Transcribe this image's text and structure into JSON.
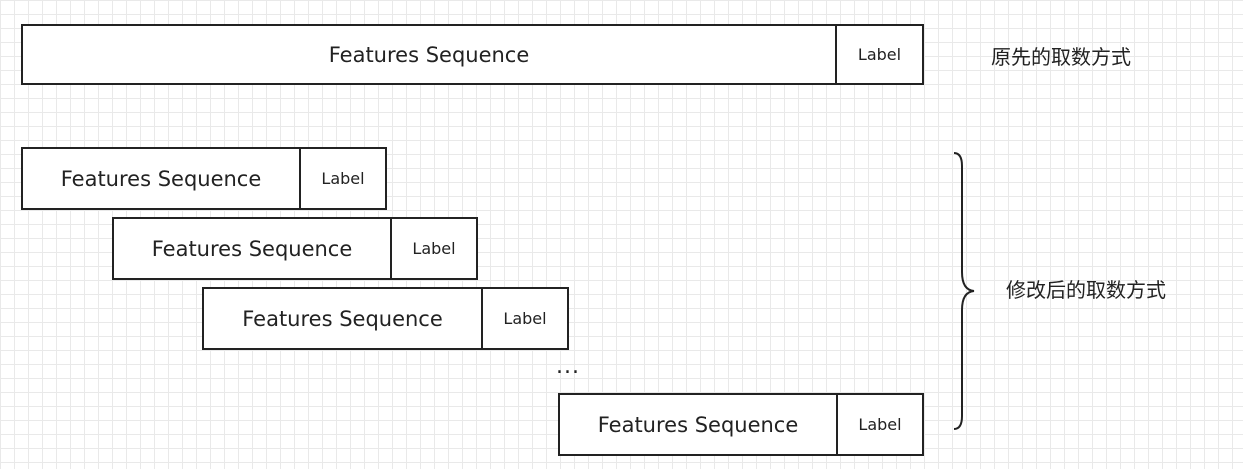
{
  "original": {
    "features": "Features Sequence",
    "label": "Label",
    "caption": "原先的取数方式"
  },
  "modified": {
    "rows": [
      {
        "features": "Features Sequence",
        "label": "Label"
      },
      {
        "features": "Features Sequence",
        "label": "Label"
      },
      {
        "features": "Features Sequence",
        "label": "Label"
      },
      {
        "features": "Features Sequence",
        "label": "Label"
      }
    ],
    "ellipsis": "...",
    "caption": "修改后的取数方式"
  }
}
